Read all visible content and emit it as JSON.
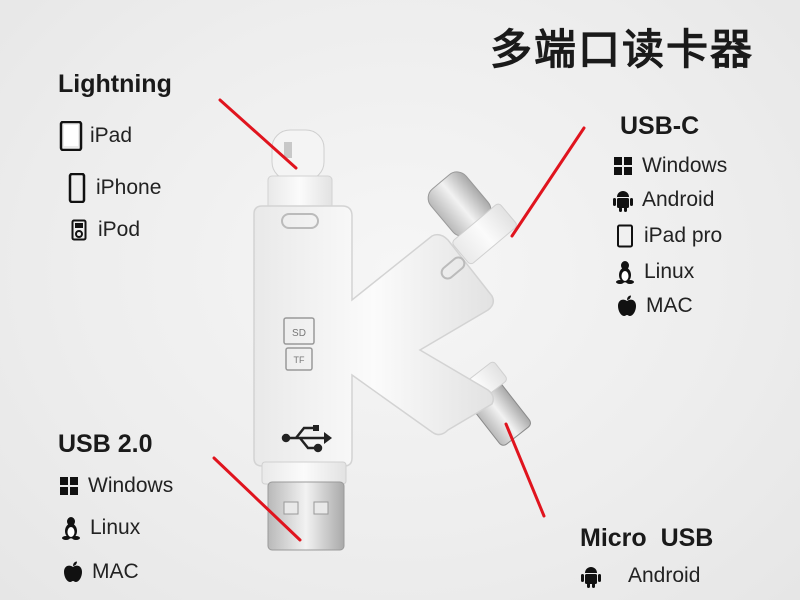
{
  "title": "多端口读卡器",
  "lightning": {
    "heading": "Lightning",
    "items": [
      {
        "icon": "ipad-icon",
        "label": "iPad"
      },
      {
        "icon": "iphone-icon",
        "label": "iPhone"
      },
      {
        "icon": "ipod-icon",
        "label": "iPod"
      }
    ]
  },
  "usbc": {
    "heading": "USB-C",
    "items": [
      {
        "icon": "windows-icon",
        "label": "Windows"
      },
      {
        "icon": "android-icon",
        "label": "Android"
      },
      {
        "icon": "ipad-icon",
        "label": "iPad pro"
      },
      {
        "icon": "linux-icon",
        "label": "Linux"
      },
      {
        "icon": "apple-icon",
        "label": "MAC"
      }
    ]
  },
  "usb2": {
    "heading": "USB 2.0",
    "items": [
      {
        "icon": "windows-icon",
        "label": "Windows"
      },
      {
        "icon": "linux-icon",
        "label": "Linux"
      },
      {
        "icon": "apple-icon",
        "label": "MAC"
      }
    ]
  },
  "microusb": {
    "heading": "Micro  USB",
    "items": [
      {
        "icon": "android-icon",
        "label": "Android"
      }
    ]
  },
  "device": {
    "sd_label": "SD",
    "tf_label": "TF"
  },
  "colors": {
    "pointer": "#e0141e",
    "text": "#1a1a1a",
    "device": "#f7f7f7"
  }
}
